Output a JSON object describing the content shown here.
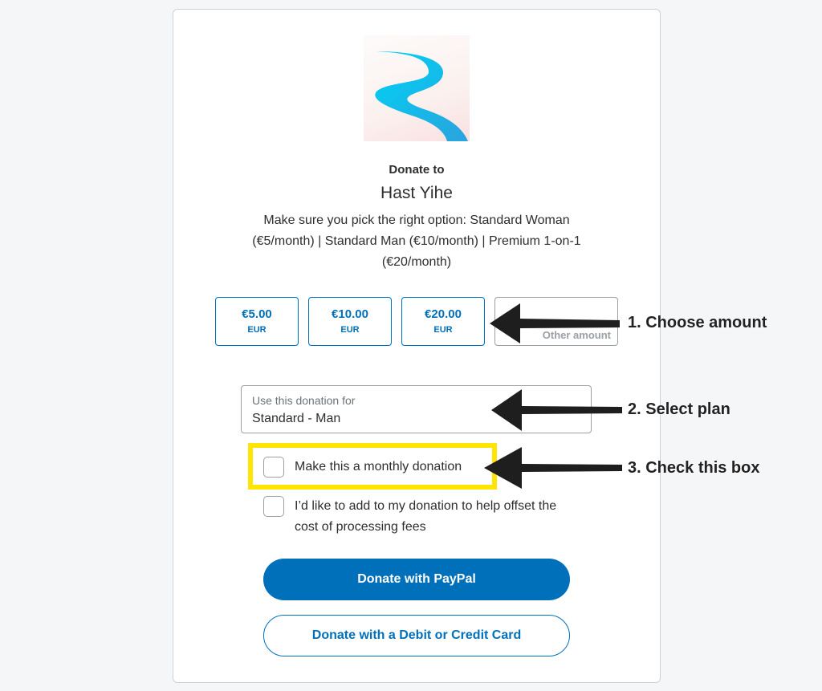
{
  "header": {
    "donate_to": "Donate to",
    "recipient": "Hast Yihe",
    "description": "Make sure you pick the right option: Standard Woman (€5/month) | Standard Man (€10/month) | Premium 1-on-1 (€20/month)"
  },
  "amounts": [
    {
      "value": "€5.00",
      "currency": "EUR"
    },
    {
      "value": "€10.00",
      "currency": "EUR"
    },
    {
      "value": "€20.00",
      "currency": "EUR"
    }
  ],
  "other_amount": "Other amount",
  "purpose": {
    "label": "Use this donation for",
    "value": "Standard - Man"
  },
  "checkboxes": {
    "monthly": "Make this a monthly donation",
    "fees": "I’d like to add to my donation to help offset the cost of processing fees"
  },
  "buttons": {
    "paypal": "Donate with PayPal",
    "card": "Donate with a Debit or Credit Card"
  },
  "annotations": [
    "1. Choose amount",
    "2. Select plan",
    "3. Check this box"
  ],
  "colors": {
    "accent": "#0070ba",
    "highlight": "#ffe500"
  }
}
